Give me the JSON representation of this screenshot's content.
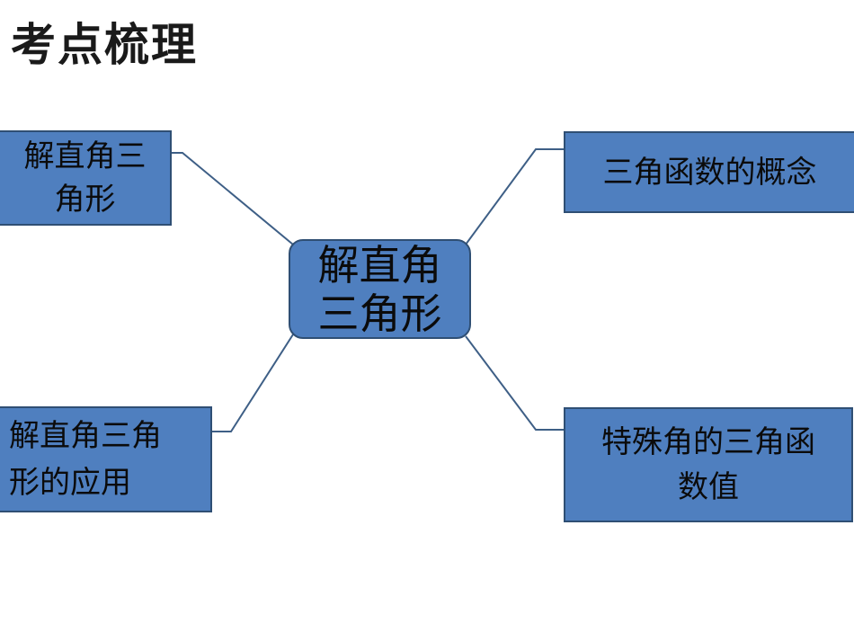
{
  "title": "考点梳理",
  "center": {
    "label": "解直角\n三角形"
  },
  "nodes": {
    "top_left": {
      "label": "解直角三\n角形"
    },
    "top_right": {
      "label": "三角函数的概念"
    },
    "bottom_left": {
      "label": "解直角三角\n形的应用"
    },
    "bottom_right": {
      "label": "特殊角的三角函\n数值"
    }
  },
  "colors": {
    "node_fill": "#4f7fbf",
    "node_border": "#2f4f74",
    "connector": "#3e5f86"
  }
}
